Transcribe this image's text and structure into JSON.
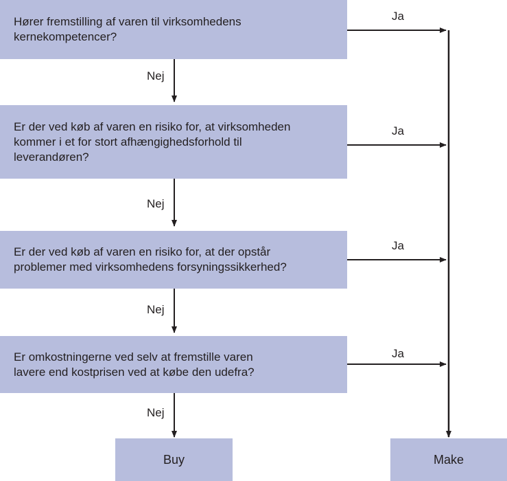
{
  "questions": [
    {
      "text": "Hører fremstilling af varen til virksomhedens\nkernekompetencer?",
      "yes": "Ja",
      "no": "Nej"
    },
    {
      "text": "Er der ved køb af varen en risiko for, at virksomheden\nkommer i et for stort afhængighedsforhold til\nleverandøren?",
      "yes": "Ja",
      "no": "Nej"
    },
    {
      "text": "Er der ved køb af varen en risiko for, at der opstår\nproblemer med virksomhedens forsyningssikkerhed?",
      "yes": "Ja",
      "no": "Nej"
    },
    {
      "text": "Er omkostningerne ved selv at fremstille varen\nlavere end kostprisen ved at købe den udefra?",
      "yes": "Ja",
      "no": "Nej"
    }
  ],
  "outcomes": {
    "buy": "Buy",
    "make": "Make"
  },
  "colors": {
    "box_fill": "#b7bddd",
    "line": "#231f20"
  }
}
